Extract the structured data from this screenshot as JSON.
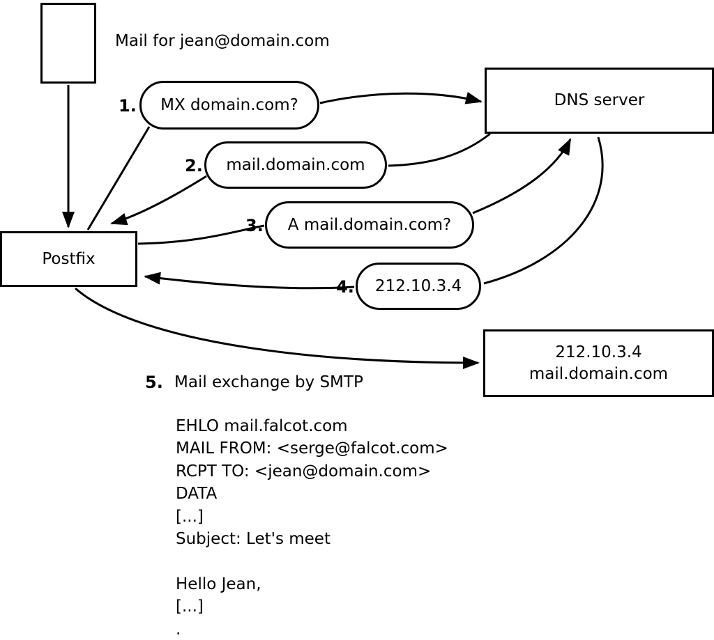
{
  "diagram": {
    "title": "Mail for jean@domain.com",
    "nodes": {
      "mail_source": "",
      "postfix": "Postfix",
      "dns": "DNS server",
      "dest_line1": "212.10.3.4",
      "dest_line2": "mail.domain.com"
    },
    "steps": [
      {
        "num": "1.",
        "label": "MX domain.com?"
      },
      {
        "num": "2.",
        "label": "mail.domain.com"
      },
      {
        "num": "3.",
        "label": "A mail.domain.com?"
      },
      {
        "num": "4.",
        "label": "212.10.3.4"
      },
      {
        "num": "5.",
        "label": "Mail exchange by SMTP"
      }
    ],
    "smtp_lines": [
      "EHLO mail.falcot.com",
      "MAIL FROM: <serge@falcot.com>",
      "RCPT TO: <jean@domain.com>",
      "DATA",
      "[...]",
      "Subject: Let's meet",
      "",
      "Hello Jean,",
      "[...]",
      "."
    ],
    "colors": {
      "stroke": "#000000",
      "background": "#ffffff"
    }
  }
}
